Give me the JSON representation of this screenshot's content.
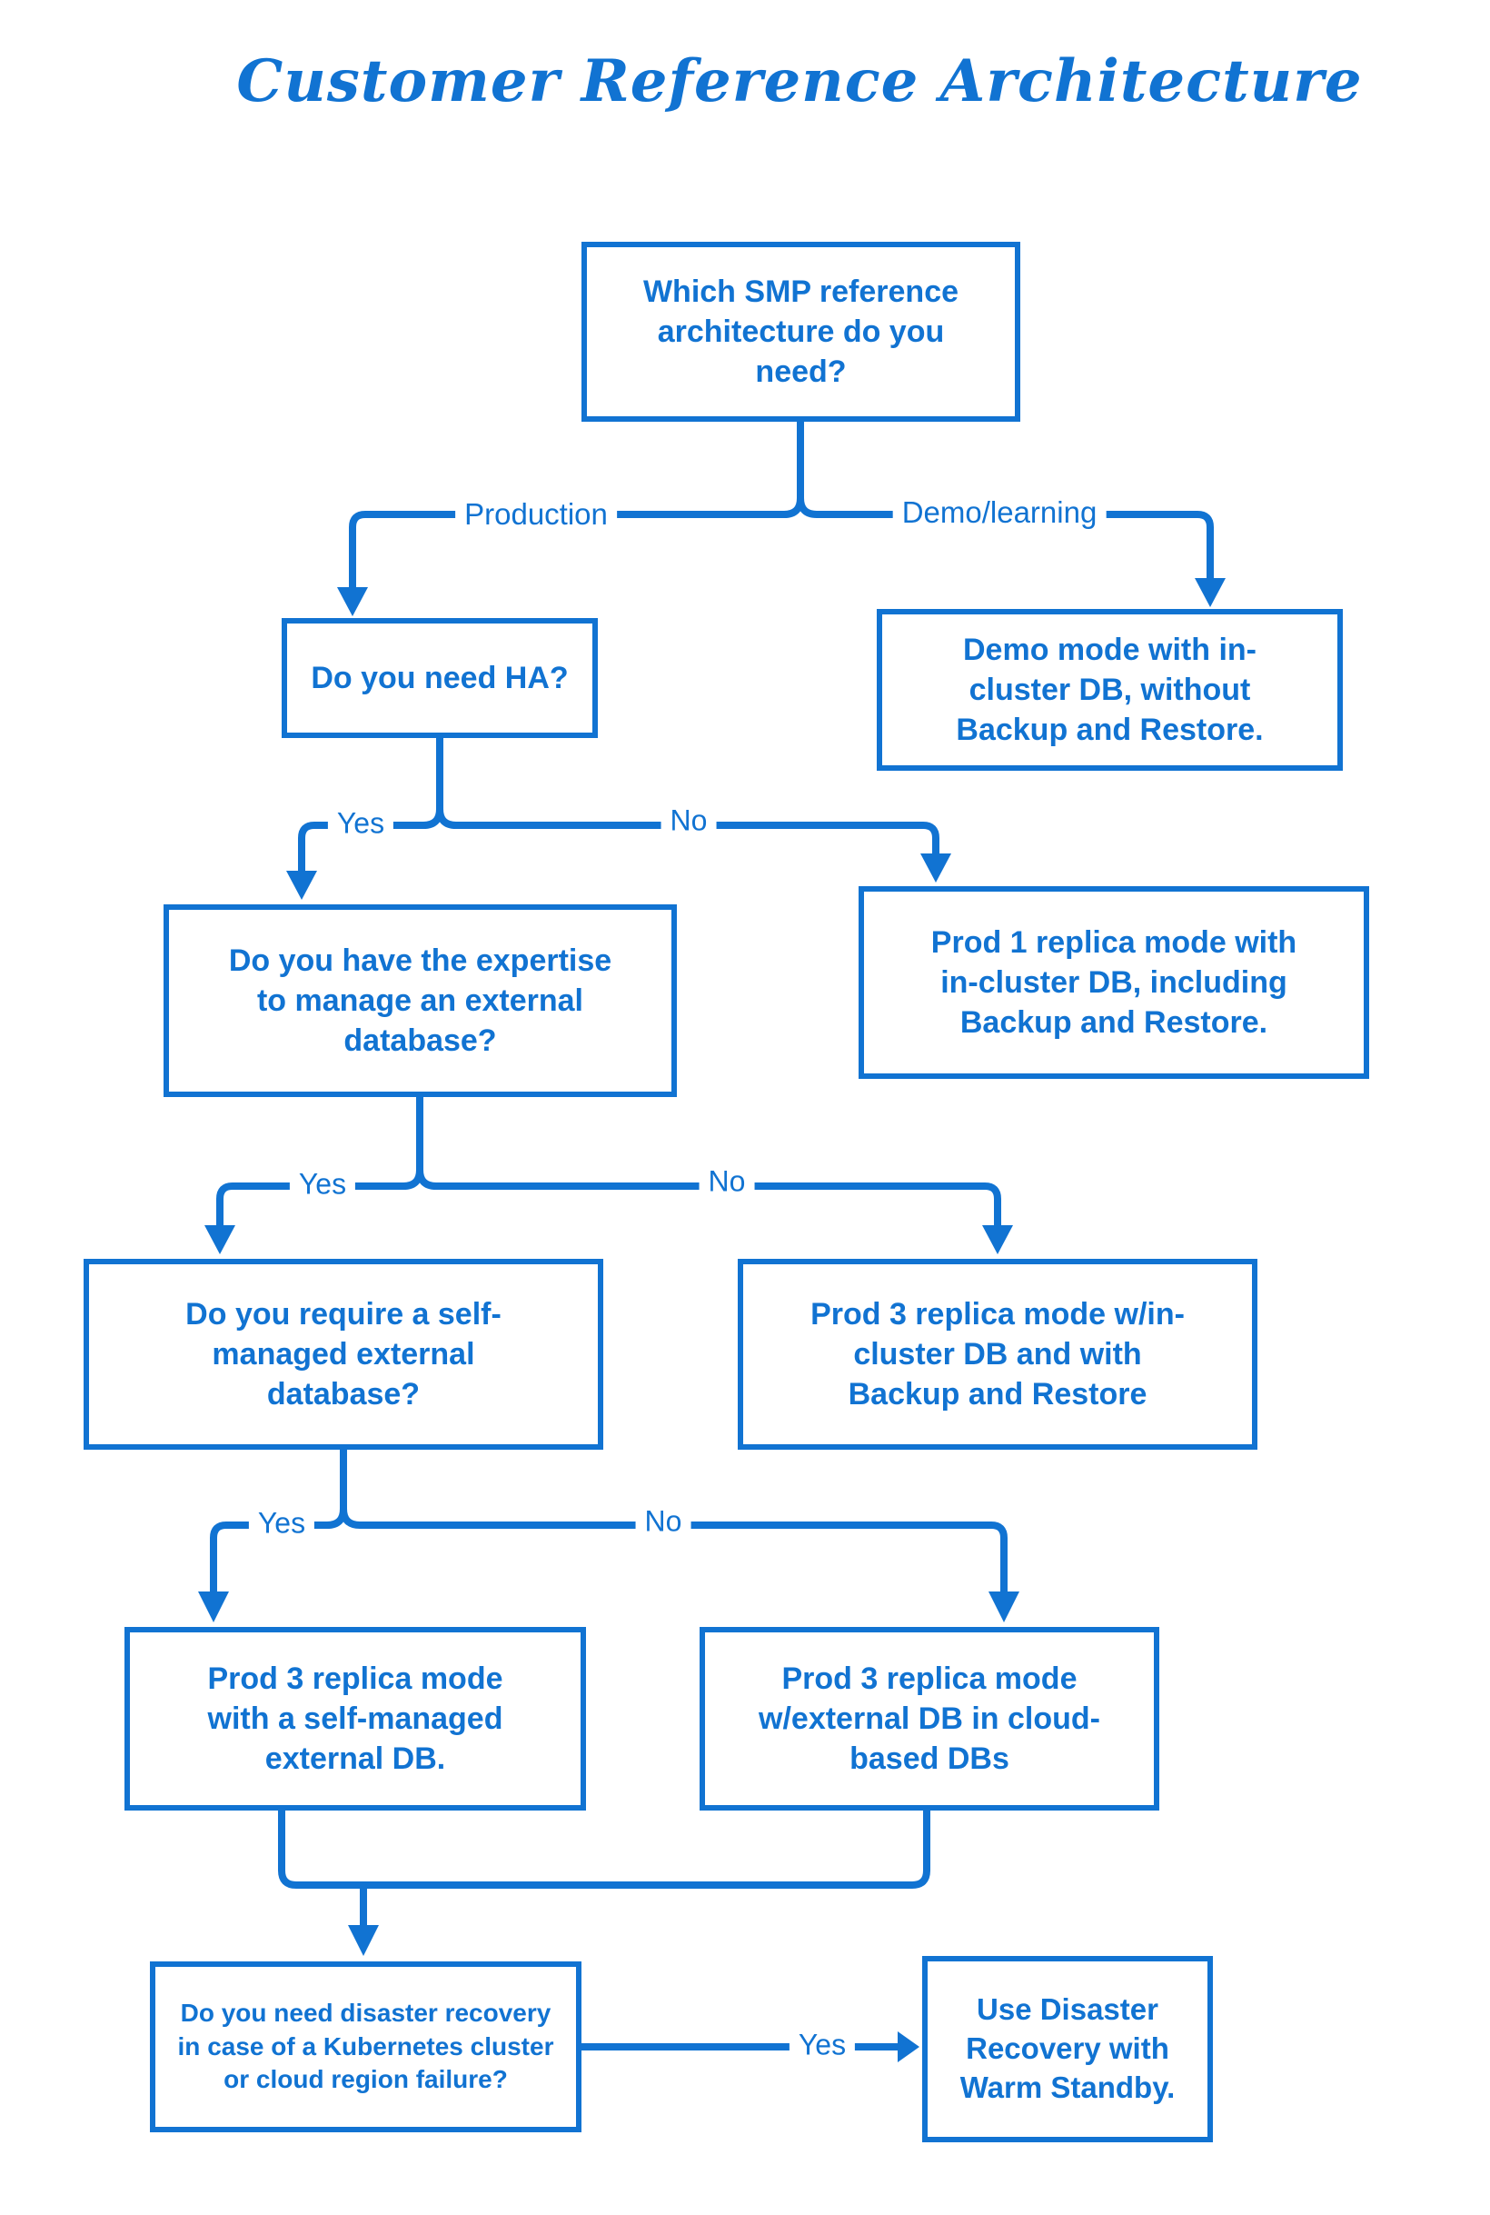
{
  "title": "Customer Reference Architecture",
  "colors": {
    "primary": "#1173d2",
    "background": "#ffffff"
  },
  "nodes": {
    "root": {
      "text": "Which SMP reference\narchitecture do you\nneed?"
    },
    "ha": {
      "text": "Do you need HA?"
    },
    "demo": {
      "text": "Demo mode with in-\ncluster DB, without\nBackup and Restore."
    },
    "expertise": {
      "text": "Do you have the expertise\nto manage an external\ndatabase?"
    },
    "prod1": {
      "text": "Prod 1 replica mode with\nin-cluster DB, including\nBackup and Restore."
    },
    "self_managed_q": {
      "text": "Do you require a self-\nmanaged external\ndatabase?"
    },
    "prod3_in_cluster": {
      "text": "Prod 3 replica mode w/in-\ncluster DB and with\nBackup and Restore"
    },
    "prod3_self_managed": {
      "text": "Prod 3 replica mode\nwith a self-managed\nexternal DB."
    },
    "prod3_cloud": {
      "text": "Prod 3 replica mode\nw/external DB in cloud-\nbased DBs"
    },
    "dr_q": {
      "text": "Do you need disaster recovery\nin case of a Kubernetes cluster\nor cloud region failure?"
    },
    "use_dr": {
      "text": "Use Disaster\nRecovery with\nWarm Standby."
    }
  },
  "edges": [
    {
      "from": "root",
      "to": "ha",
      "label": "Production"
    },
    {
      "from": "root",
      "to": "demo",
      "label": "Demo/learning"
    },
    {
      "from": "ha",
      "to": "expertise",
      "label": "Yes"
    },
    {
      "from": "ha",
      "to": "prod1",
      "label": "No"
    },
    {
      "from": "expertise",
      "to": "self_managed_q",
      "label": "Yes"
    },
    {
      "from": "expertise",
      "to": "prod3_in_cluster",
      "label": "No"
    },
    {
      "from": "self_managed_q",
      "to": "prod3_self_managed",
      "label": "Yes"
    },
    {
      "from": "self_managed_q",
      "to": "prod3_cloud",
      "label": "No"
    },
    {
      "from": "prod3_self_managed",
      "to": "dr_q",
      "label": ""
    },
    {
      "from": "prod3_cloud",
      "to": "dr_q",
      "label": ""
    },
    {
      "from": "dr_q",
      "to": "use_dr",
      "label": "Yes"
    }
  ]
}
